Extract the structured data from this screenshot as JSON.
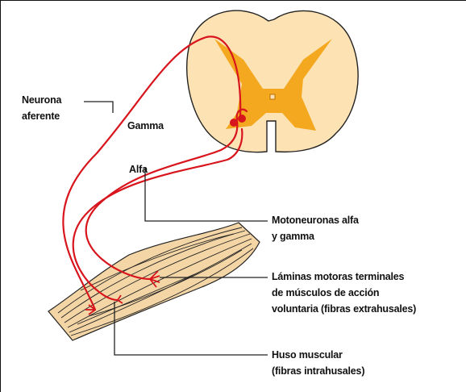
{
  "labels": {
    "neurona_line1": "Neurona",
    "neurona_line2": "aferente",
    "gamma": "Gamma",
    "alfa": "Alfa",
    "motoneuronas_line1": "Motoneuronas alfa",
    "motoneuronas_line2": "y gamma",
    "laminas_line1": "Láminas motoras terminales",
    "laminas_line2": "de músculos de acción",
    "laminas_line3": "voluntaria (fibras extrahusales)",
    "huso_line1": "Huso muscular",
    "huso_line2": "(fibras intrahusales)"
  },
  "colors": {
    "nerve": "#d8141c",
    "white_matter": "#fde3b4",
    "gray_matter": "#f4a81f",
    "muscle_fill": "#f4d6a6",
    "outline": "#222222"
  }
}
